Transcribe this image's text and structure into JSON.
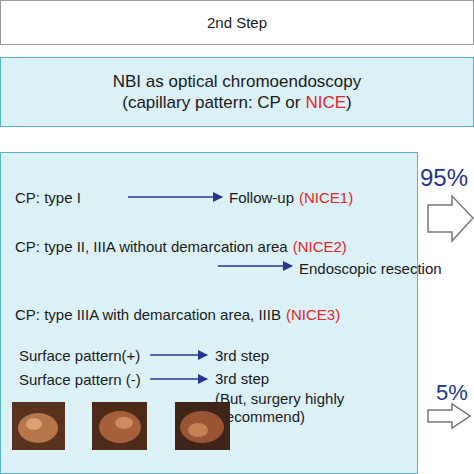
{
  "diagram": {
    "nodes": [
      {
        "text": [
          "2nd Step"
        ]
      },
      {
        "text": [
          "NBI as optical chromoendoscopy",
          "(capillary pattern: CP or",
          "NICE",
          ")"
        ]
      },
      {
        "text": [
          "CP: type I",
          "Follow-up",
          "(NICE1)",
          "CP: type II, IIIA without demarcation area",
          "(NICE2)",
          "Endoscopic resection",
          "CP: type IIIA with demarcation area, IIIB",
          "(NICE3)",
          "Surface pattern(+)",
          "3rd step",
          "Surface pattern (-)",
          "3rd step",
          "(But, surgery highly Recommend)"
        ]
      }
    ],
    "labels": [
      "95%",
      "5%"
    ]
  }
}
